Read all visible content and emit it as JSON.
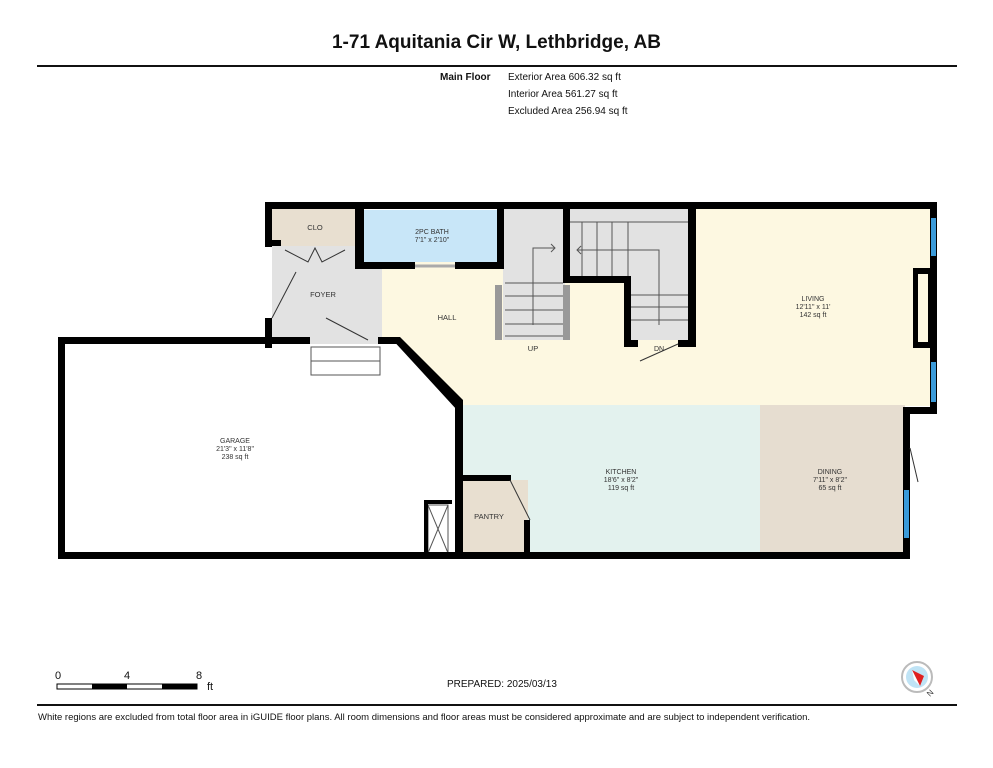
{
  "header": {
    "title": "1-71 Aquitania Cir W, Lethbridge, AB"
  },
  "areas": {
    "floor_label": "Main Floor",
    "exterior": "Exterior Area 606.32 sq ft",
    "interior": "Interior Area 561.27 sq ft",
    "excluded": "Excluded Area 256.94 sq ft"
  },
  "rooms": {
    "clo": {
      "name": "CLO"
    },
    "bath": {
      "name": "2PC BATH",
      "dims": "7'1\" x 2'10\""
    },
    "foyer": {
      "name": "FOYER"
    },
    "hall": {
      "name": "HALL"
    },
    "up": {
      "name": "UP"
    },
    "dn": {
      "name": "DN"
    },
    "living": {
      "name": "LIVING",
      "dims": "12'11\" x 11'",
      "area": "142 sq ft"
    },
    "garage": {
      "name": "GARAGE",
      "dims": "21'3\" x 11'8\"",
      "area": "238 sq ft"
    },
    "kitchen": {
      "name": "KITCHEN",
      "dims": "18'6\" x 8'2\"",
      "area": "119 sq ft"
    },
    "dining": {
      "name": "DINING",
      "dims": "7'11\" x 8'2\"",
      "area": "65 sq ft"
    },
    "pantry": {
      "name": "PANTRY"
    }
  },
  "colors": {
    "wall": "#000000",
    "living": "#fdf8e1",
    "kitchen": "#e3f2ee",
    "dining": "#e6ddd0",
    "bath": "#c8e6f8",
    "stairs": "#e0e0e0",
    "window": "#3a9ad9"
  },
  "scale": {
    "t0": "0",
    "t1": "4",
    "t2": "8",
    "unit": "ft"
  },
  "footer": {
    "prepared": "PREPARED: 2025/03/13",
    "compass_label": "N",
    "disclaimer": "White regions are excluded from total floor area in iGUIDE floor plans. All room dimensions and floor areas must be considered approximate and are subject to independent verification."
  }
}
